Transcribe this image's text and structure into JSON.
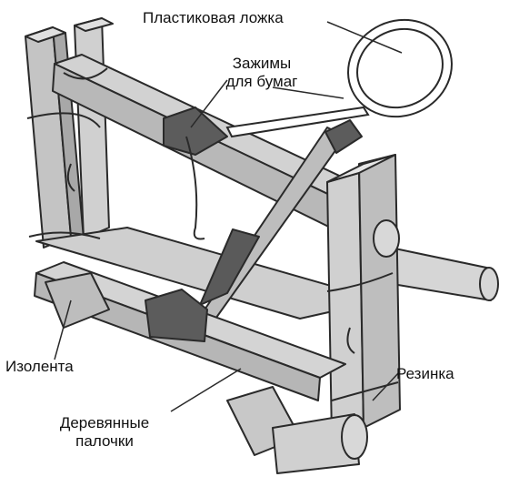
{
  "labels": {
    "spoon": "Пластиковая ложка",
    "clips_line1": "Зажимы",
    "clips_line2": "для бумаг",
    "tape": "Изолента",
    "rubber": "Резинка",
    "sticks_line1": "Деревянные",
    "sticks_line2": "палочки"
  },
  "colors": {
    "wood": "#c9c9c9",
    "wood_dark": "#9a9a9a",
    "wood_light": "#e2e2e2",
    "tape": "#5a5a5a",
    "outline": "#2a2a2a"
  }
}
